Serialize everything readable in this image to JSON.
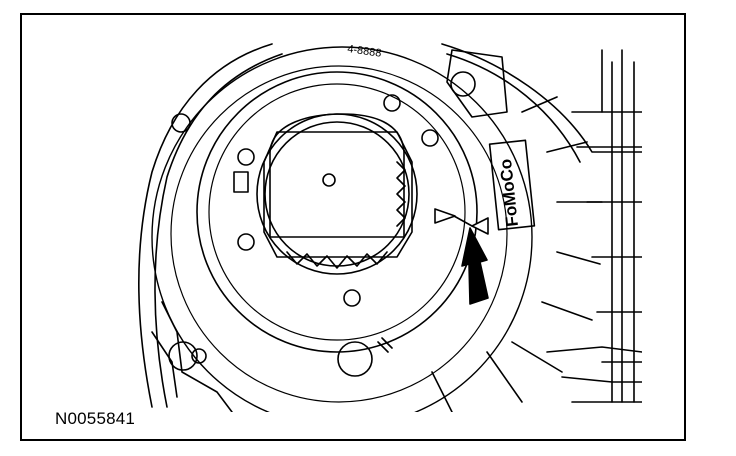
{
  "figure": {
    "reference_number": "N0055841",
    "part_stamp": "FoMoCo",
    "casting_text": "4-8888"
  },
  "colors": {
    "line": "#000000",
    "background": "#ffffff"
  }
}
